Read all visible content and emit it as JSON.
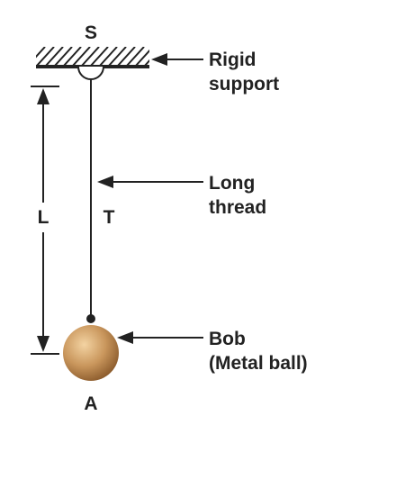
{
  "diagram": {
    "title": "",
    "labels": {
      "support_point": "S",
      "bob_point": "A",
      "length": "L",
      "tension": "T"
    },
    "callouts": {
      "support": [
        "Rigid",
        "support"
      ],
      "thread": [
        "Long",
        "thread"
      ],
      "bob": [
        "Bob",
        "(Metal ball)"
      ]
    },
    "colors": {
      "ink": "#222222",
      "bob_light": "#f3d3a2",
      "bob_mid": "#c9965c",
      "bob_dark": "#8a5a2b"
    }
  }
}
